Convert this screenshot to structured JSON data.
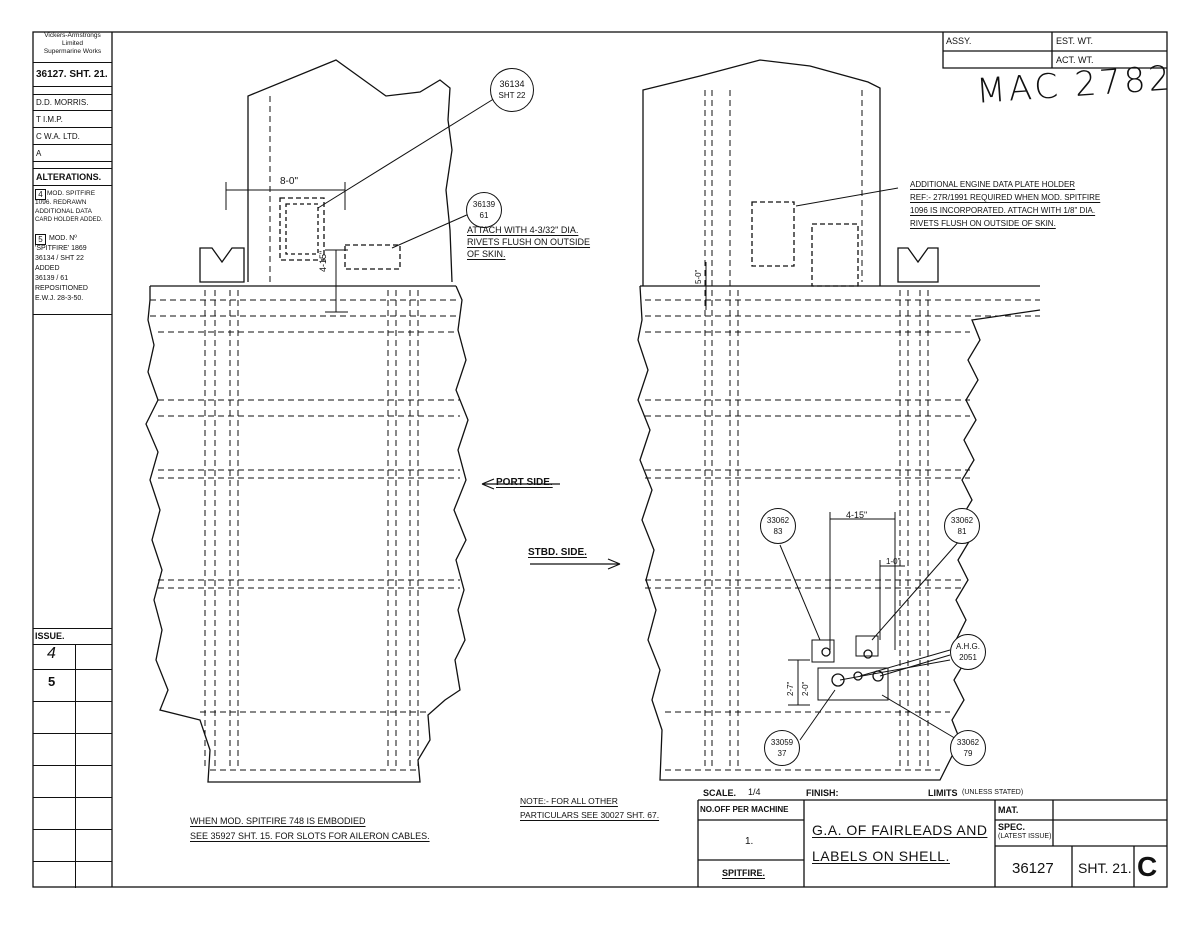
{
  "left_block": {
    "maker": [
      "Vickers-Armstrongs",
      "Limited",
      "Supermarine Works"
    ],
    "drawing_number": "36127. SHT. 21.",
    "draughtsman": "D.D. MORRIS.",
    "tracer": "T  I.M.P.",
    "checker": "C W.A. LTD.",
    "approver": "A",
    "alterations_heading": "ALTERATIONS.",
    "alteration_4_num": "4",
    "alteration_4_lines": [
      "MOD. SPITFIRE",
      "1096. REDRAWN",
      "ADDITIONAL DATA",
      "CARD HOLDER ADDED."
    ],
    "alteration_5_num": "5",
    "alteration_5_lines": [
      "MOD. Nº",
      "'SPITFIRE' 1869",
      "36134 / SHT 22",
      "ADDED",
      "36139 / 61",
      "REPOSITIONED",
      "E.W.J. 28-3-50."
    ],
    "issue_heading": "ISSUE.",
    "issues": [
      "4",
      "5"
    ]
  },
  "top_right": {
    "assy_label": "ASSY.",
    "est_wt_label": "EST. WT.",
    "act_wt_label": "ACT. WT.",
    "handwritten_ref": "MAC 2782"
  },
  "port_view": {
    "balloon_top": [
      "36134",
      "SHT 22"
    ],
    "balloon_side": [
      "36139",
      "61"
    ],
    "dim_width": "8-0\"",
    "dim_height": "4-15\"",
    "attach_note": [
      "ATTACH WITH 4-3/32\" DIA.",
      "RIVETS FLUSH ON OUTSIDE",
      "OF SKIN."
    ],
    "port_side_label": "PORT SIDE."
  },
  "stbd_view": {
    "stbd_side_label": "STBD. SIDE.",
    "data_plate_note": [
      "ADDITIONAL ENGINE DATA PLATE HOLDER",
      "REF:- 27R/1991 REQUIRED WHEN MOD. SPITFIRE",
      "1096 IS INCORPORATED. ATTACH WITH 1/8\" DIA.",
      "RIVETS FLUSH ON OUTSIDE OF SKIN."
    ],
    "dim_top": "5-0\"",
    "dim_span": "4-15\"",
    "dim_small": "1-0\"",
    "dim_v1": "2-7\"",
    "dim_v2": "2-0\"",
    "balloon_83": [
      "33062",
      "83"
    ],
    "balloon_81": [
      "33062",
      "81"
    ],
    "balloon_ahg": [
      "A.H.G.",
      "2051"
    ],
    "balloon_37": [
      "33059",
      "37"
    ],
    "balloon_79": [
      "33062",
      "79"
    ]
  },
  "notes": {
    "mod_note": [
      "WHEN MOD. SPITFIRE 748 IS EMBODIED",
      "SEE 35927 SHT. 15. FOR SLOTS FOR AILERON CABLES."
    ],
    "other_note": [
      "NOTE:- FOR ALL OTHER",
      "PARTICULARS SEE 30027 SHT. 67."
    ]
  },
  "title_block": {
    "scale_label": "SCALE.",
    "scale_value": "1/4",
    "finish_label": "FINISH:",
    "limits_label": "LIMITS",
    "limits_sub": "(UNLESS STATED)",
    "per_machine_label": "No.OFF PER MACHINE",
    "per_machine_value": "1.",
    "aircraft": "SPITFIRE.",
    "title_line1": "G.A. OF FAIRLEADS AND",
    "title_line2": "LABELS ON SHELL.",
    "mat_label": "MAT.",
    "spec_label": "SPEC.",
    "spec_sub": "(LATEST ISSUE)",
    "drawing_number": "36127",
    "sheet": "SHT. 21.",
    "issue_letter": "C"
  }
}
